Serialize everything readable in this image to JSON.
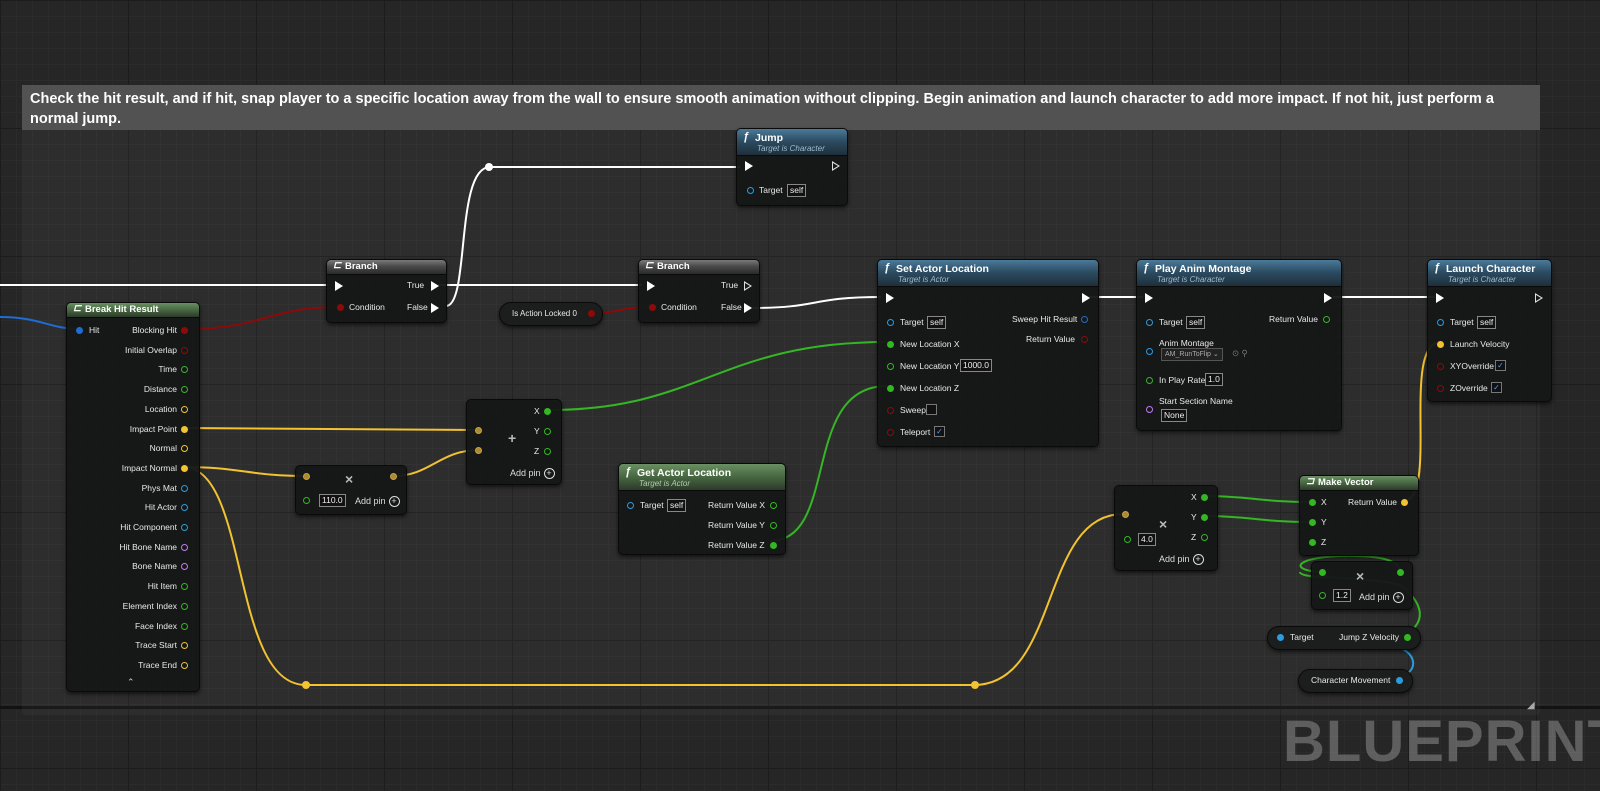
{
  "comment": {
    "text": "Check the hit result, and if hit, snap player to a specific location away from the wall to ensure smooth animation without clipping. Begin animation and launch character to add more impact.  If not hit, just perform a normal jump."
  },
  "watermark": "BLUEPRINT",
  "colors": {
    "exec": "#ffffff",
    "bool": "#8c0a0a",
    "float": "#9cf24a",
    "vector": "#f2c230",
    "object": "#2a9ce0",
    "name": "#c07cf0",
    "struct": "#1f6cd6"
  },
  "nodes": {
    "jump": {
      "title": "Jump",
      "subtitle": "Target is Character",
      "icon": "function-icon",
      "target_label": "Target",
      "target_value": "self"
    },
    "branch1": {
      "title": "Branch",
      "icon": "branch-icon",
      "true_label": "True",
      "false_label": "False",
      "condition_label": "Condition"
    },
    "branch2": {
      "title": "Branch",
      "icon": "branch-icon",
      "true_label": "True",
      "false_label": "False",
      "condition_label": "Condition"
    },
    "is_action_locked": {
      "label": "Is Action Locked 0"
    },
    "break_hit": {
      "title": "Break Hit Result",
      "input_label": "Hit",
      "outputs": [
        "Blocking Hit",
        "Initial Overlap",
        "Time",
        "Distance",
        "Location",
        "Impact Point",
        "Normal",
        "Impact Normal",
        "Phys Mat",
        "Hit Actor",
        "Hit Component",
        "Hit Bone Name",
        "Bone Name",
        "Hit Item",
        "Element Index",
        "Face Index",
        "Trace Start",
        "Trace End"
      ]
    },
    "multiply1": {
      "value": "110.0",
      "add_pin": "Add pin"
    },
    "add_vec": {
      "outputs": [
        "X",
        "Y",
        "Z"
      ],
      "add_pin": "Add pin",
      "operator": "+"
    },
    "get_actor_loc": {
      "title": "Get Actor Location",
      "subtitle": "Target is Actor",
      "target_label": "Target",
      "target_value": "self",
      "outputs": [
        "Return Value X",
        "Return Value Y",
        "Return Value Z"
      ]
    },
    "set_actor_loc": {
      "title": "Set Actor Location",
      "subtitle": "Target is Actor",
      "target_label": "Target",
      "target_value": "self",
      "sweep_hit_label": "Sweep Hit Result",
      "return_label": "Return Value",
      "new_x_label": "New Location X",
      "new_y_label": "New Location Y",
      "new_y_value": "1000.0",
      "new_z_label": "New Location Z",
      "sweep_label": "Sweep",
      "teleport_label": "Teleport"
    },
    "play_montage": {
      "title": "Play Anim Montage",
      "subtitle": "Target is Character",
      "target_label": "Target",
      "target_value": "self",
      "return_label": "Return Value",
      "montage_label": "Anim Montage",
      "montage_value": "AM_RunToFlip",
      "rate_label": "In Play Rate",
      "rate_value": "1.0",
      "section_label": "Start Section Name",
      "section_value": "None"
    },
    "launch": {
      "title": "Launch Character",
      "subtitle": "Target is Character",
      "target_label": "Target",
      "target_value": "self",
      "velocity_label": "Launch Velocity",
      "xy_label": "XYOverride",
      "z_label": "ZOverride"
    },
    "multiply2": {
      "value": "4.0",
      "outputs": [
        "X",
        "Y",
        "Z"
      ],
      "add_pin": "Add pin"
    },
    "make_vector": {
      "title": "Make Vector",
      "inputs": [
        "X",
        "Y",
        "Z"
      ],
      "return_label": "Return Value"
    },
    "multiply3": {
      "value": "1.2",
      "add_pin": "Add pin"
    },
    "jump_z": {
      "target_label": "Target",
      "output_label": "Jump Z Velocity"
    },
    "char_movement": {
      "label": "Character Movement"
    }
  }
}
